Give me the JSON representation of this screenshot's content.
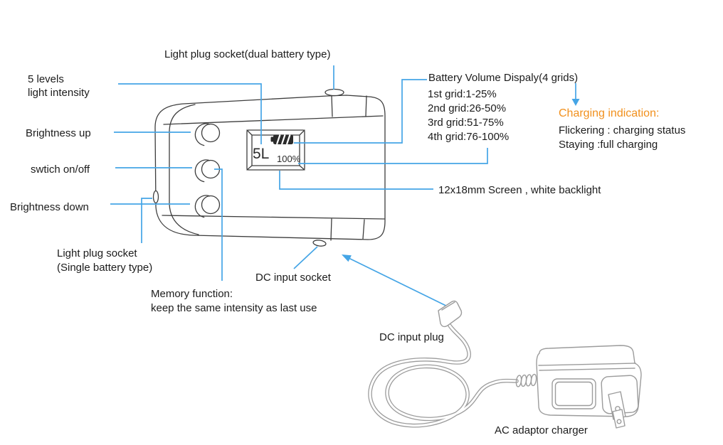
{
  "colors": {
    "leader_blue": "#45a5e6",
    "charging_orange": "#f1901d",
    "device_line": "#3d3d3d",
    "adapter_line": "#9c9c9c",
    "text": "#1c1c1c",
    "battery_fill": "#2b2b2b"
  },
  "labels": {
    "dual_socket": "Light plug socket(dual battery type)",
    "five_levels": [
      "5 levels",
      "light intensity"
    ],
    "brightness_up": "Brightness up",
    "switch_on_off": "swtich on/off",
    "brightness_down": "Brightness down",
    "single_socket": [
      "Light plug socket",
      "(Single battery type)"
    ],
    "memory": [
      "Memory function:",
      "keep the same intensity as last use"
    ],
    "dc_input_socket": "DC input socket",
    "dc_input_plug": "DC input plug",
    "ac_adaptor": "AC adaptor charger",
    "screen_spec": "12x18mm Screen , white backlight"
  },
  "battery_display": {
    "title": "Battery Volume Dispaly(4 grids)",
    "grids": [
      "1st grid:1-25%",
      "2nd grid:26-50%",
      "3rd grid:51-75%",
      "4th grid:76-100%"
    ]
  },
  "charging": {
    "title": "Charging indication:",
    "lines": [
      "Flickering : charging status",
      "Staying :full charging"
    ]
  },
  "screen": {
    "level": "5L",
    "percent": "100%",
    "battery_icon": "battery-3-bars-icon"
  }
}
